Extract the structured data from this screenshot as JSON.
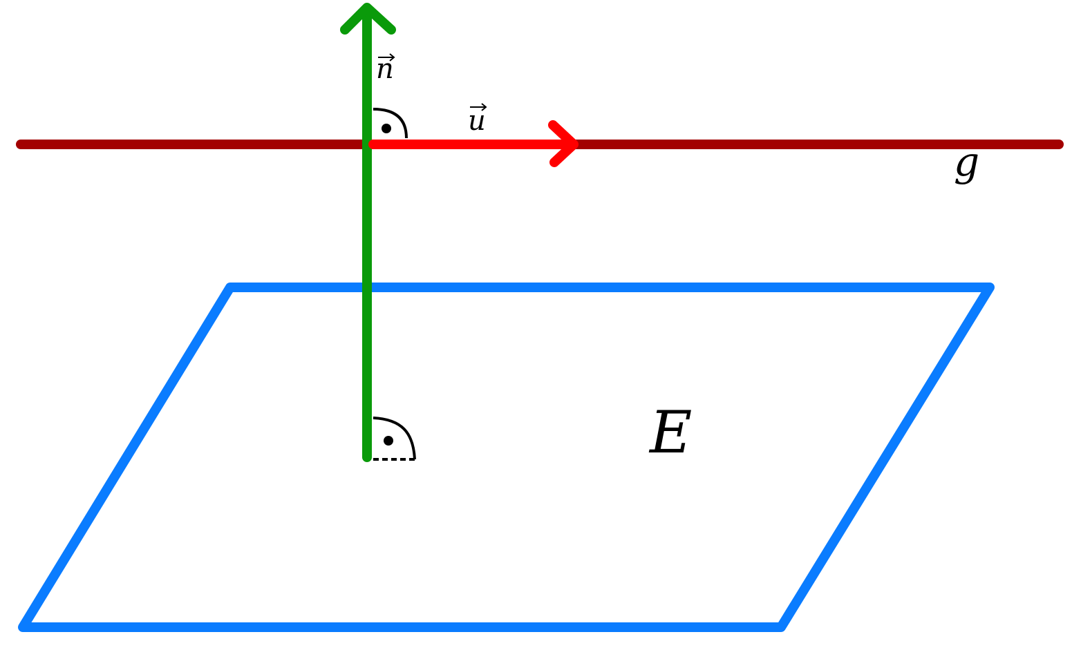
{
  "diagram": {
    "normal_vector": {
      "label": "n",
      "color": "#0a9a0a"
    },
    "direction_vector": {
      "label": "u",
      "color": "#ff0000"
    },
    "line": {
      "label": "g",
      "color": "#a30000"
    },
    "plane": {
      "label": "E",
      "color": "#0a7cff"
    },
    "right_angle_mark_color": "#000000"
  }
}
